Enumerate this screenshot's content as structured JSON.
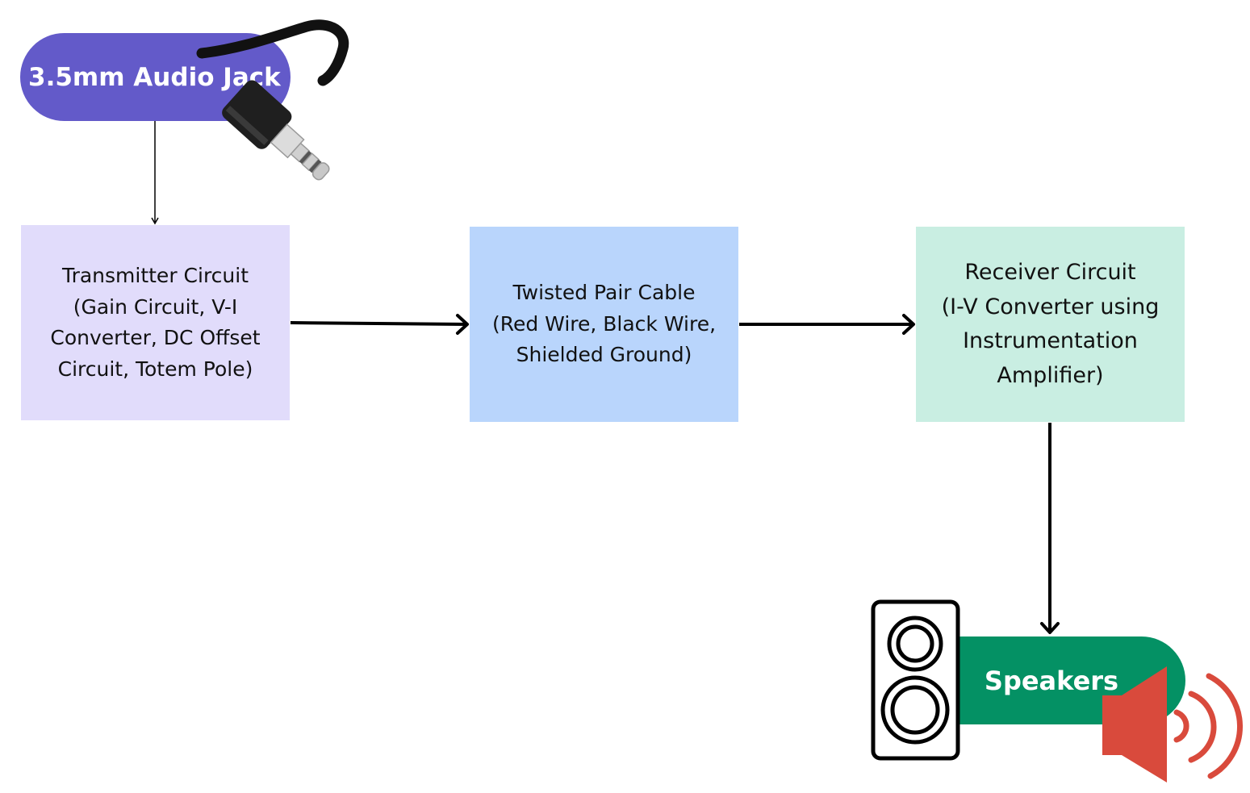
{
  "input": {
    "label": "3.5mm Audio Jack"
  },
  "blocks": [
    {
      "label": "Transmitter Circuit\n(Gain Circuit, V-I\nConverter, DC Offset\nCircuit, Totem Pole)"
    },
    {
      "label": "Twisted Pair Cable\n(Red Wire, Black Wire,\nShielded Ground)"
    },
    {
      "label": "Receiver Circuit\n(I-V Converter using\nInstrumentation\nAmplifier)"
    }
  ],
  "output": {
    "label": "Speakers"
  },
  "colors": {
    "input_pill": "#635ac9",
    "output_pill": "#049164",
    "transmitter_fill": "#e1dcfb",
    "cable_fill": "#b9d5fc",
    "receiver_fill": "#c9eee2",
    "speaker_icon": "#d94a3c",
    "arrows": "#000000"
  },
  "icons": [
    "audio-jack-plug-icon",
    "speaker-cabinet-icon",
    "loudspeaker-sound-icon"
  ]
}
